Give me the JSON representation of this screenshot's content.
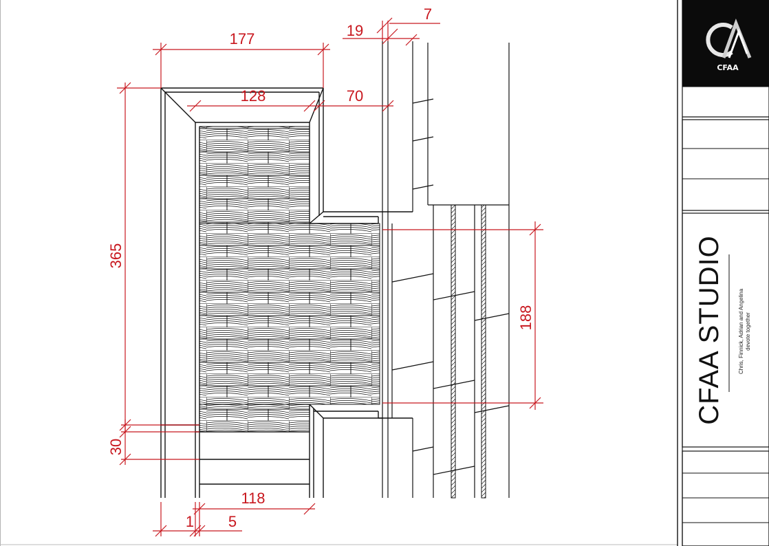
{
  "drawing": {
    "dimensions": {
      "d177": "177",
      "d128": "128",
      "d70": "70",
      "d19": "19",
      "d7": "7",
      "d365": "365",
      "d188": "188",
      "d30": "30",
      "d118": "118",
      "d1": "1",
      "d5": "5"
    },
    "colors": {
      "dimension": "#c8171e",
      "line": "#111111",
      "logo_bg": "#0b0b0b"
    }
  },
  "title_block": {
    "logo_text": "CFAA",
    "studio_name": "CFAA STUDIO",
    "tagline_line1": "Chris, Finnick, Adrian and Angelina",
    "tagline_line2": "devote together",
    "logo_icon": "cfaa-logo-icon"
  }
}
